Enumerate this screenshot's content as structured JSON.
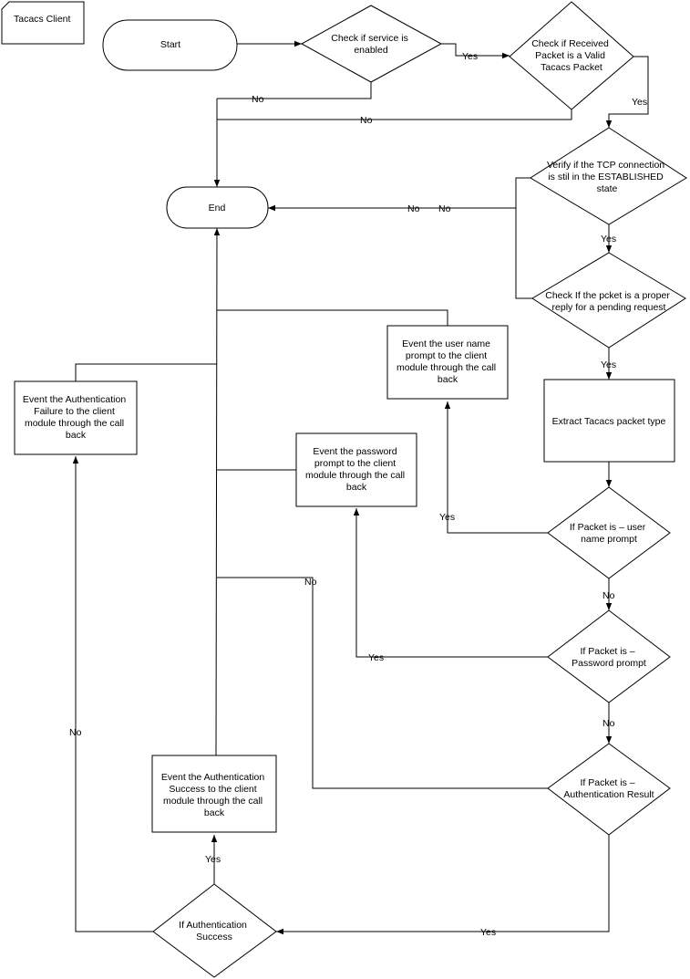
{
  "diagram": {
    "title_box": "Tacacs Client",
    "nodes": {
      "start": [
        "Start"
      ],
      "end": [
        "End"
      ],
      "check_service": [
        "Check if service is",
        "enabled"
      ],
      "check_valid_packet": [
        "Check if Received",
        "Packet is a Valid",
        "Tacacs  Packet"
      ],
      "verify_tcp": [
        "Verify if the TCP connection",
        "is stil in the ESTABLISHED",
        "state"
      ],
      "check_reply": [
        "Check If the pcket is a proper",
        "reply for a pending request"
      ],
      "extract_type": [
        "Extract Tacacs packet type"
      ],
      "if_user_prompt": [
        "If Packet is –  user",
        "name prompt"
      ],
      "if_password_prompt": [
        "If Packet is –",
        "Password  prompt"
      ],
      "if_auth_result": [
        "If Packet is –",
        "Authentication Result"
      ],
      "if_auth_success": [
        "If Authentication",
        "Success"
      ],
      "event_user_prompt": [
        "Event the user name",
        "prompt to the client",
        "module through the call",
        "back"
      ],
      "event_password_prompt": [
        "Event the password",
        "prompt to the client",
        "module through the call",
        "back"
      ],
      "event_auth_failure": [
        "Event the Authentication",
        "Failure  to the client",
        "module through the call",
        "back"
      ],
      "event_auth_success": [
        "Event the Authentication",
        "Success  to the client",
        "module through the call",
        "back"
      ]
    },
    "edge_labels": {
      "service_yes": "Yes",
      "service_no": "No",
      "valid_yes": "Yes",
      "valid_no": "No",
      "tcp_no_1": "No",
      "tcp_no_2": "No",
      "tcp_yes": "Yes",
      "reply_yes": "Yes",
      "user_yes": "Yes",
      "user_no": "No",
      "password_yes": "Yes",
      "password_no": "No",
      "result_no": "No",
      "result_yes": "Yes",
      "success_yes": "Yes",
      "success_no": "No"
    }
  }
}
